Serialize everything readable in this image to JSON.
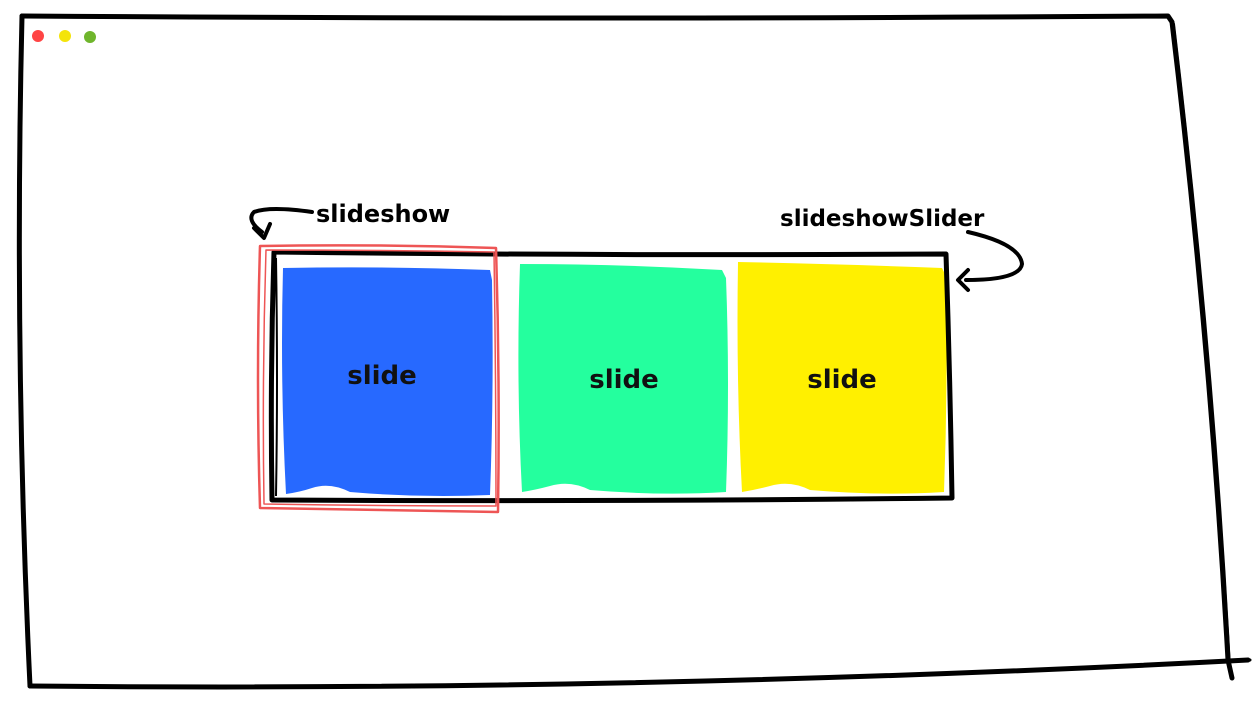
{
  "window": {
    "controls": [
      {
        "name": "close",
        "color": "#ff4444"
      },
      {
        "name": "minimize",
        "color": "#f4e40a"
      },
      {
        "name": "maximize",
        "color": "#6fb52c"
      }
    ]
  },
  "labels": {
    "slideshow": "slideshow",
    "slideshow_slider": "slideshowSlider"
  },
  "slides": [
    {
      "label": "slide",
      "color": "#2769ff"
    },
    {
      "label": "slide",
      "color": "#24ff9e"
    },
    {
      "label": "slide",
      "color": "#fff000"
    }
  ],
  "colors": {
    "outline": "#000000",
    "slideshow_highlight": "#ee5555"
  }
}
